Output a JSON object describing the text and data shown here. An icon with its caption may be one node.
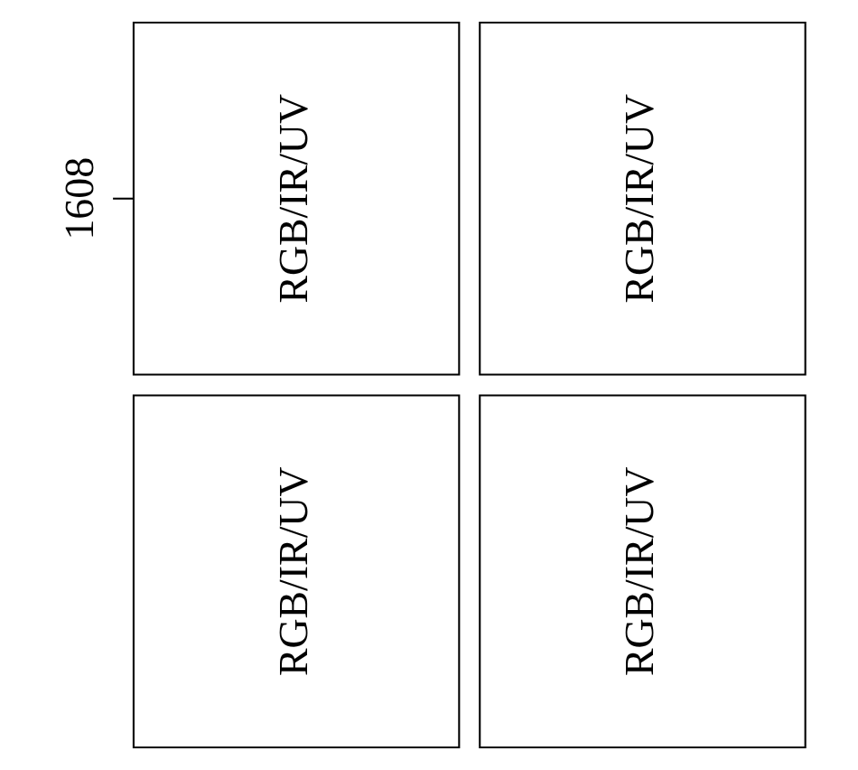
{
  "diagram": {
    "nodes": [
      {
        "text": [
          "RGB/IR/UV"
        ]
      },
      {
        "text": [
          "RGB/IR/UV"
        ]
      },
      {
        "text": [
          "RGB/IR/UV"
        ]
      },
      {
        "text": [
          "RGB/IR/UV"
        ]
      },
      {
        "text": [
          "1608"
        ]
      }
    ],
    "edges": [
      {
        "from": 4,
        "to": 2,
        "arrow": "none"
      }
    ]
  }
}
